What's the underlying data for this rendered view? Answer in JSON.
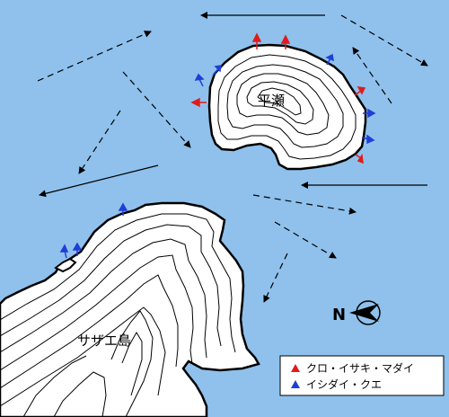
{
  "colors": {
    "sea": "#8fc1ec",
    "land": "#ffffff",
    "contour": "#000000",
    "current_arrow": "#000000",
    "red_spot": "#e11b1b",
    "blue_spot": "#1f3fd6"
  },
  "islands": [
    {
      "name": "平瀬"
    },
    {
      "name": "サザエ島"
    }
  ],
  "legend": {
    "items": [
      {
        "label": "クロ・イサキ・マダイ",
        "color": "red"
      },
      {
        "label": "イシダイ・クエ",
        "color": "blue"
      }
    ]
  },
  "compass": {
    "label": "N"
  },
  "icons": [
    "current-arrow-icon",
    "fishing-spot-icon",
    "north-arrow-icon"
  ]
}
